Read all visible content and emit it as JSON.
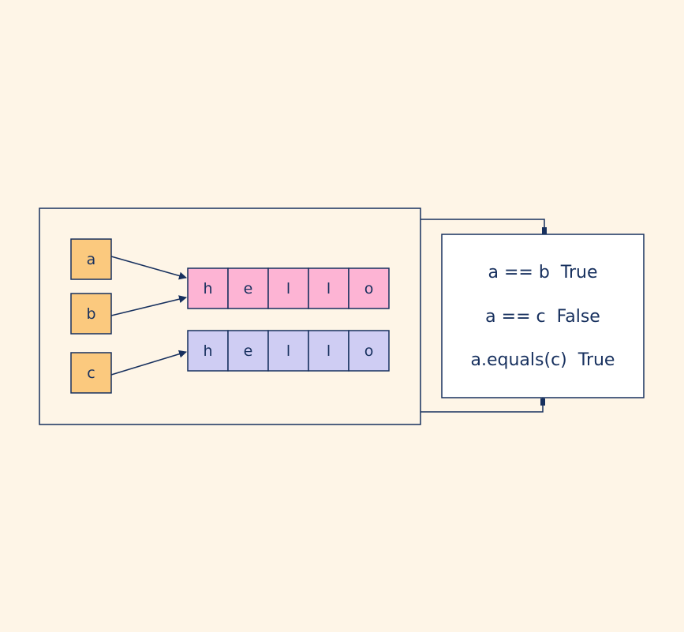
{
  "colors": {
    "background": "#fef5e7",
    "stroke": "#17305e",
    "variable_fill": "#fbc97e",
    "string1_fill": "#fdb4d4",
    "string2_fill": "#cfcdf3",
    "result_fill": "#ffffff"
  },
  "variables": [
    {
      "name": "a",
      "points_to": 0
    },
    {
      "name": "b",
      "points_to": 0
    },
    {
      "name": "c",
      "points_to": 1
    }
  ],
  "strings": [
    {
      "chars": [
        "h",
        "e",
        "l",
        "l",
        "o"
      ]
    },
    {
      "chars": [
        "h",
        "e",
        "l",
        "l",
        "o"
      ]
    }
  ],
  "results": [
    "a == b  True",
    "a == c  False",
    "a.equals(c)  True"
  ]
}
